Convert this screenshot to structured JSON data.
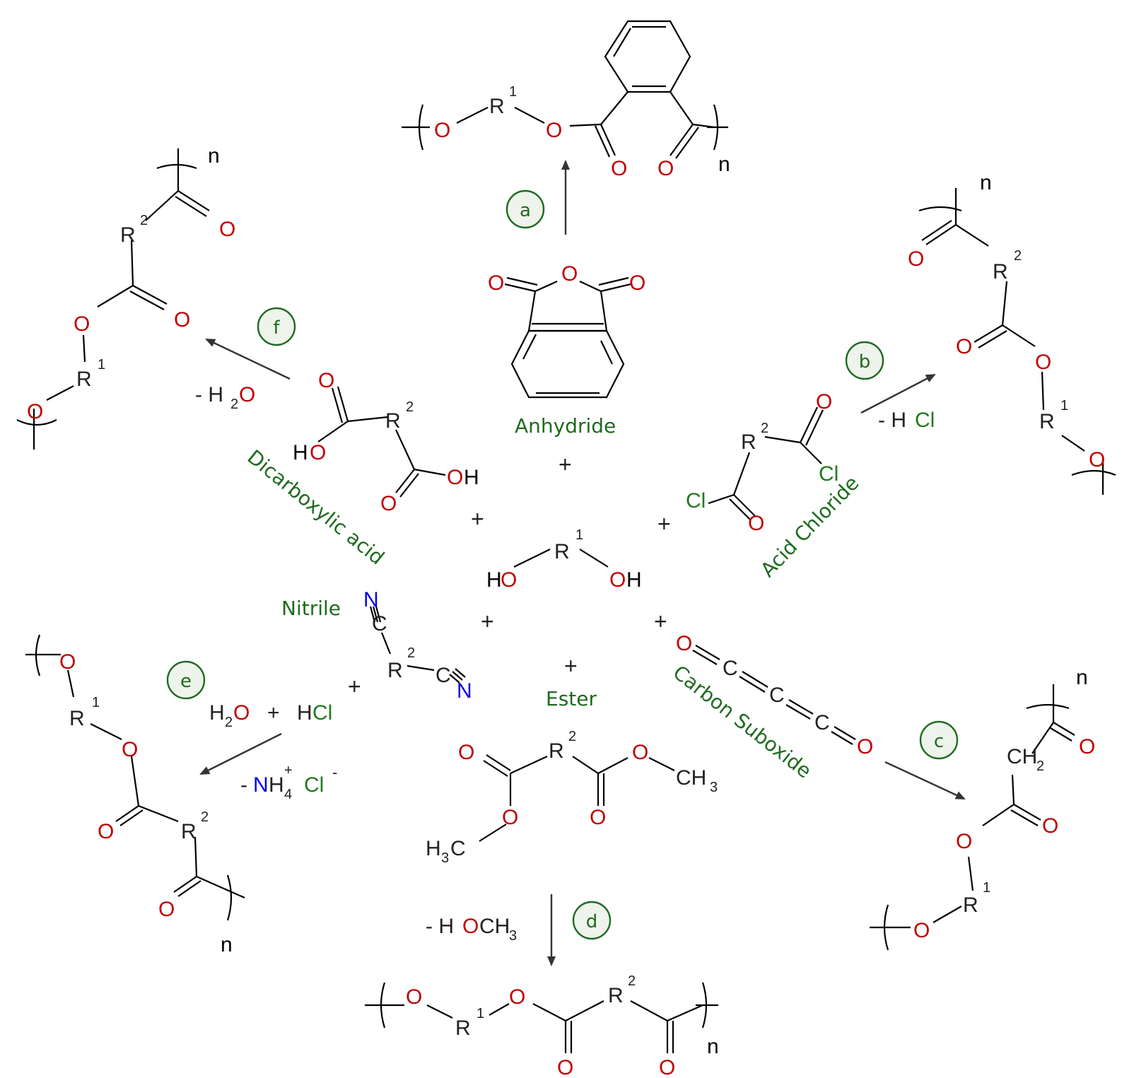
{
  "colors": {
    "bond": "#000000",
    "oxygen": "#c00000",
    "nitrogen": "#0000ee",
    "chlorine": "#1f7a1f",
    "label": "#1f6b1f",
    "step_fill": "#eef3ec",
    "arrow": "#333333"
  },
  "atoms": {
    "O": "O",
    "H": "H",
    "HO": "HO",
    "OH": "OH",
    "C": "C",
    "N": "N",
    "Cl": "Cl",
    "R": "R",
    "CH": "CH",
    "H3": "H",
    "CH3": "CH",
    "sub1": "1",
    "sub2": "2",
    "sub3": "3",
    "n": "n",
    "plus": "+",
    "minus": "-"
  },
  "reagents": {
    "anhydride": "Anhydride",
    "dicarboxylic_acid": "Dicarboxylic acid",
    "acid_chloride": "Acid Chloride",
    "nitrile": "Nitrile",
    "ester": "Ester",
    "carbon_suboxide": "Carbon Suboxide"
  },
  "steps": [
    {
      "id": "a",
      "label": "a"
    },
    {
      "id": "b",
      "label": "b"
    },
    {
      "id": "c",
      "label": "c"
    },
    {
      "id": "d",
      "label": "d"
    },
    {
      "id": "e",
      "label": "e"
    },
    {
      "id": "f",
      "label": "f"
    }
  ],
  "byproducts": {
    "water_minus": "- H",
    "hcl_minus": "- H",
    "methanol_minus": "- H",
    "ammonium_minus": "- N",
    "nh4_sub": "4",
    "plus_charge": "+",
    "minus_charge": "-"
  }
}
